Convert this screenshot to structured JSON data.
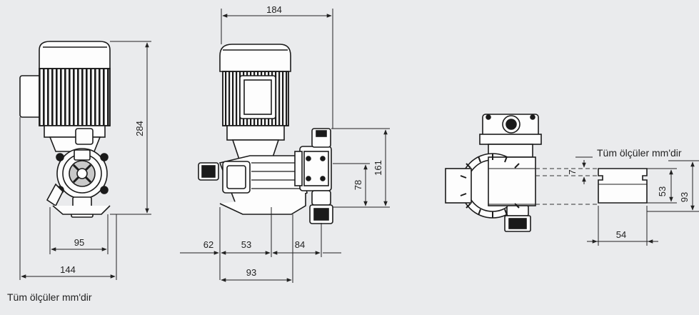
{
  "notes": {
    "bottom_left": "Tüm ölçüler mm'dir",
    "top_right": "Tüm ölçüler mm'dir"
  },
  "front_view": {
    "height": "284",
    "width_inner": "95",
    "width_total": "144"
  },
  "side_view": {
    "width_total": "184",
    "height_outlet": "161",
    "height_inlet": "78",
    "offset_left": "62",
    "base_inner": "53",
    "offset_right": "84",
    "base_total": "93"
  },
  "bracket_view": {
    "slot_height": "7",
    "inner_height": "53",
    "total_height": "93",
    "width": "54"
  }
}
